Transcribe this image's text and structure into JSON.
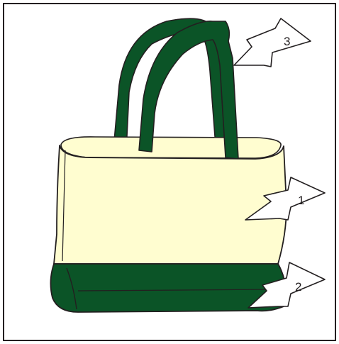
{
  "figure": {
    "colors": {
      "canvas": "#fffdd0",
      "trim": "#0b5427",
      "outline": "#231f20",
      "callout_fill": "#ffffff"
    },
    "callouts": [
      {
        "label": "3",
        "target": "handle"
      },
      {
        "label": "1",
        "target": "bag-body"
      },
      {
        "label": "2",
        "target": "bottom-band"
      }
    ]
  }
}
